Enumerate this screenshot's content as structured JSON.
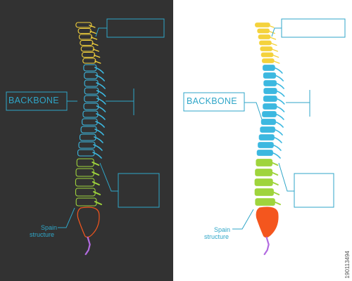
{
  "colors": {
    "dark_bg": "#323232",
    "light_bg": "#ffffff",
    "label_line": "#2fa6c8",
    "cervical": "#f4d23c",
    "thoracic": "#3cb8e0",
    "lumbar": "#9fd43c",
    "sacrum": "#f4561e",
    "coccyx": "#b26be0"
  },
  "panels": {
    "dark": {
      "title": "BACKBONE",
      "caption_line1": "Spain",
      "caption_line2": "structure"
    },
    "light": {
      "title": "BACKBONE",
      "caption_line1": "Spain",
      "caption_line2": "structure"
    }
  },
  "stock_id": "190113494"
}
